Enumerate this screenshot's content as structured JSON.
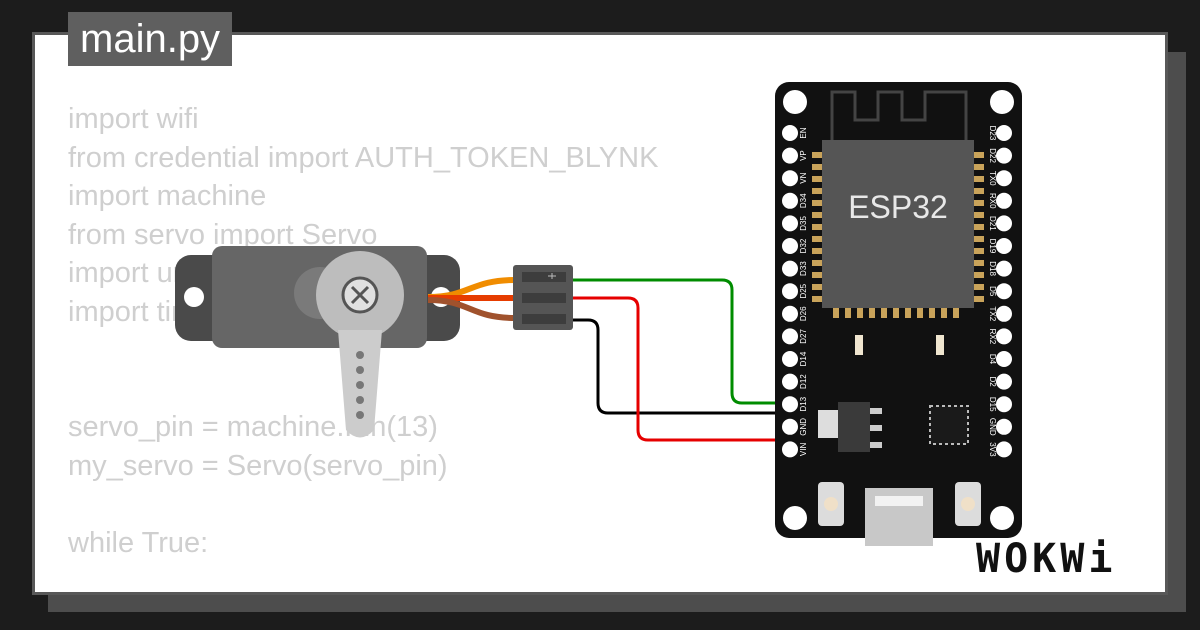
{
  "editor": {
    "filename": "main.py",
    "code_lines": [
      "import wifi",
      "from credential import AUTH_TOKEN_BLYNK",
      "import machine",
      "from servo import Servo",
      "import urequests",
      "import time",
      "",
      "",
      "servo_pin = machine.Pin(13)",
      "my_servo = Servo(servo_pin)",
      "",
      "while True:"
    ]
  },
  "board": {
    "label": "ESP32",
    "left_pins": [
      "EN",
      "VP",
      "VN",
      "D34",
      "D35",
      "D32",
      "D33",
      "D25",
      "D26",
      "D27",
      "D14",
      "D12",
      "D13",
      "GND",
      "VIN"
    ],
    "right_pins": [
      "D23",
      "D22",
      "TX0",
      "RX0",
      "D21",
      "D19",
      "D18",
      "D5",
      "TX2",
      "RX2",
      "D4",
      "D2",
      "D15",
      "GND",
      "3V3"
    ]
  },
  "wires": {
    "signal_color": "#008c00",
    "power_color": "#e60000",
    "ground_color": "#000000"
  },
  "brand": {
    "logo_text": "WOKWi"
  },
  "colors": {
    "background": "#1c1c1c",
    "card": "#ffffff",
    "tab": "#5f5f5f",
    "board": "#111111"
  }
}
